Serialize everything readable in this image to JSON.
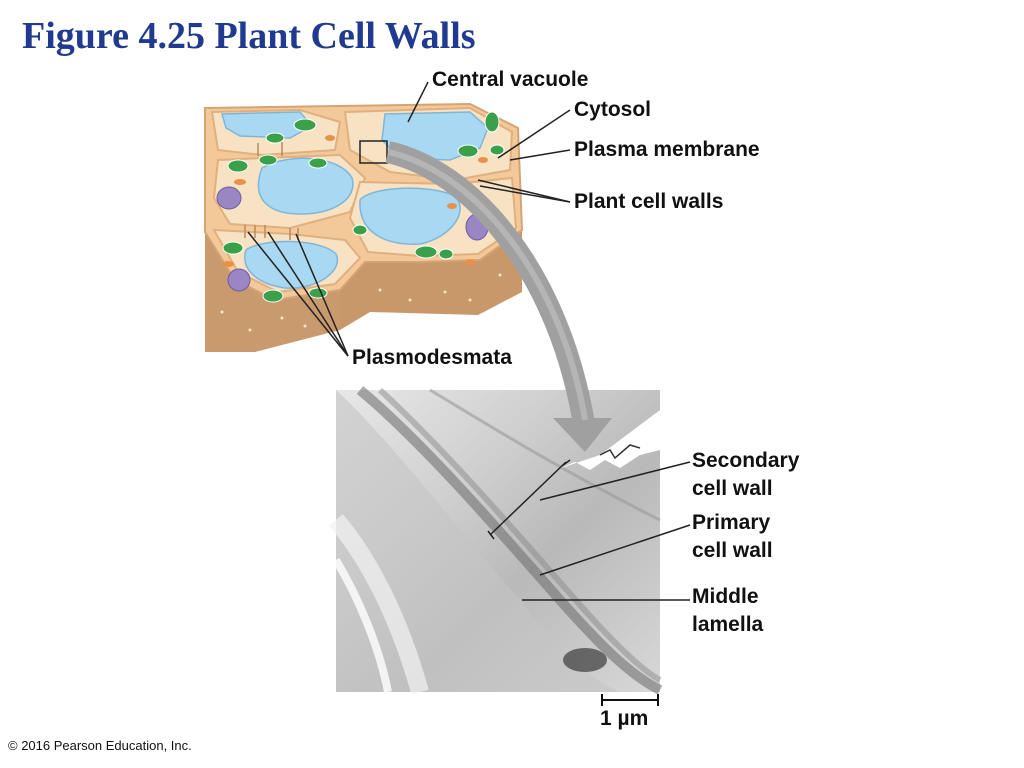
{
  "title": "Figure 4.25 Plant Cell Walls",
  "labels": {
    "central_vacuole": "Central vacuole",
    "cytosol": "Cytosol",
    "plasma_membrane": "Plasma membrane",
    "plant_cell_walls": "Plant cell walls",
    "plasmodesmata": "Plasmodesmata",
    "secondary_cell_wall": [
      "Secondary",
      "cell wall"
    ],
    "primary_cell_wall": [
      "Primary",
      "cell wall"
    ],
    "middle_lamella": [
      "Middle",
      "lamella"
    ]
  },
  "scale_bar": "1 µm",
  "copyright": "© 2016 Pearson Education, Inc.",
  "colors": {
    "title": "#1f3a8f",
    "cell_wall_top": "#f3c99a",
    "cell_wall_side": "#c99a6e",
    "vacuole": "#a9d8f2",
    "cytosol": "#f8e2c4",
    "chloroplast": "#3aa14a",
    "nucleus": "#9b86c4",
    "arrow": "#a0a0a0"
  }
}
